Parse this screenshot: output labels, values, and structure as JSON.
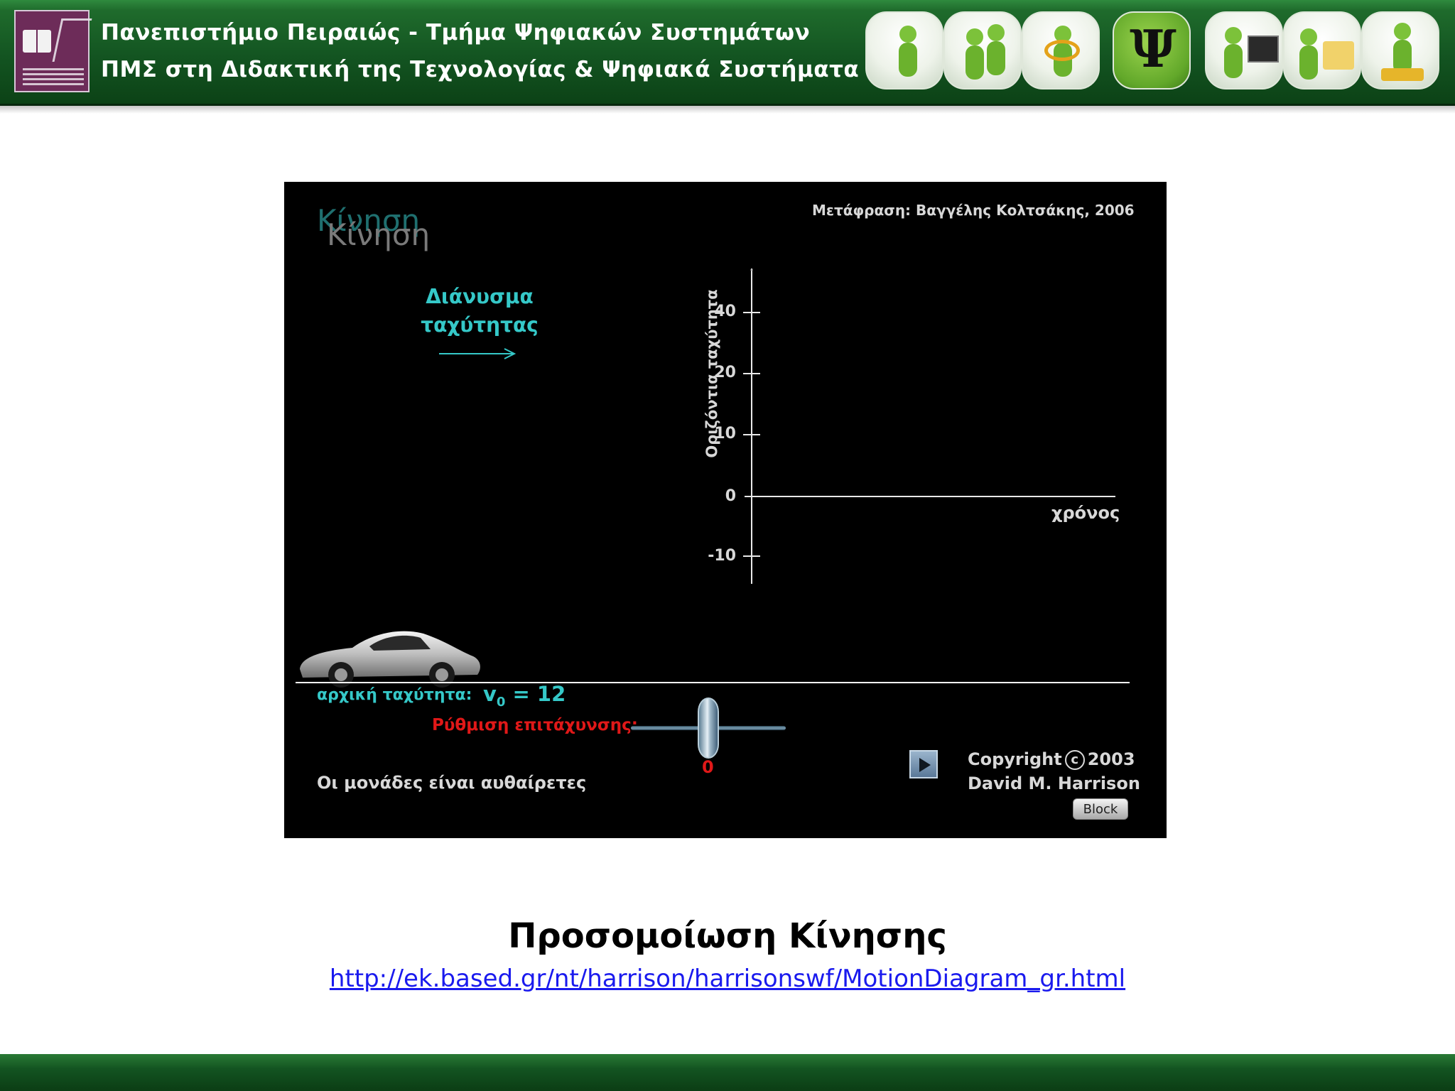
{
  "header": {
    "line1": "Πανεπιστήμιο Πειραιώς - Τμήμα Ψηφιακών Συστημάτων",
    "line2": "ΠΜΣ στη Διδακτική της Τεχνολογίας & Ψηφιακά Συστήματα",
    "icons": [
      "figure-with-cables-icon",
      "two-figures-with-laptop-icon",
      "figure-with-at-sign-icon",
      "psi-head-icon",
      "figure-at-laptop-icon",
      "figure-with-folder-icon",
      "figure-on-puzzle-icon"
    ],
    "psi_glyph": "Ψ"
  },
  "simulation": {
    "title": "Κίνηση",
    "translation_credit": "Μετάφραση: Βαγγέλης Κολτσάκης, 2006",
    "vector_label_line1": "Διάνυσμα",
    "vector_label_line2": "ταχύτητας",
    "y_axis_label": "Οριζόντια ταχύτητα",
    "x_axis_label": "χρόνος",
    "y_ticks": [
      "40",
      "20",
      "10",
      "0",
      "-10"
    ],
    "initial_velocity_label": "αρχική ταχύτητα:",
    "v0_symbol": "v",
    "v0_sub": "0",
    "v0_value": " = 12",
    "acceleration_label": "Ρύθμιση επιτάχυνσης:",
    "acceleration_value": "0",
    "units_note": "Οι μονάδες είναι αυθαίρετες",
    "copyright_line1_a": "Copyright",
    "copyright_symbol": "c",
    "copyright_line1_b": "2003",
    "copyright_line2": "David M. Harrison",
    "block_button": "Block",
    "colors": {
      "accent_cyan": "#35c8c8",
      "accent_red": "#e01818"
    }
  },
  "caption": {
    "title": "Προσομοίωση Κίνησης",
    "link": "http://ek.based.gr/nt/harrison/harrisonswf/MotionDiagram_gr.html"
  }
}
